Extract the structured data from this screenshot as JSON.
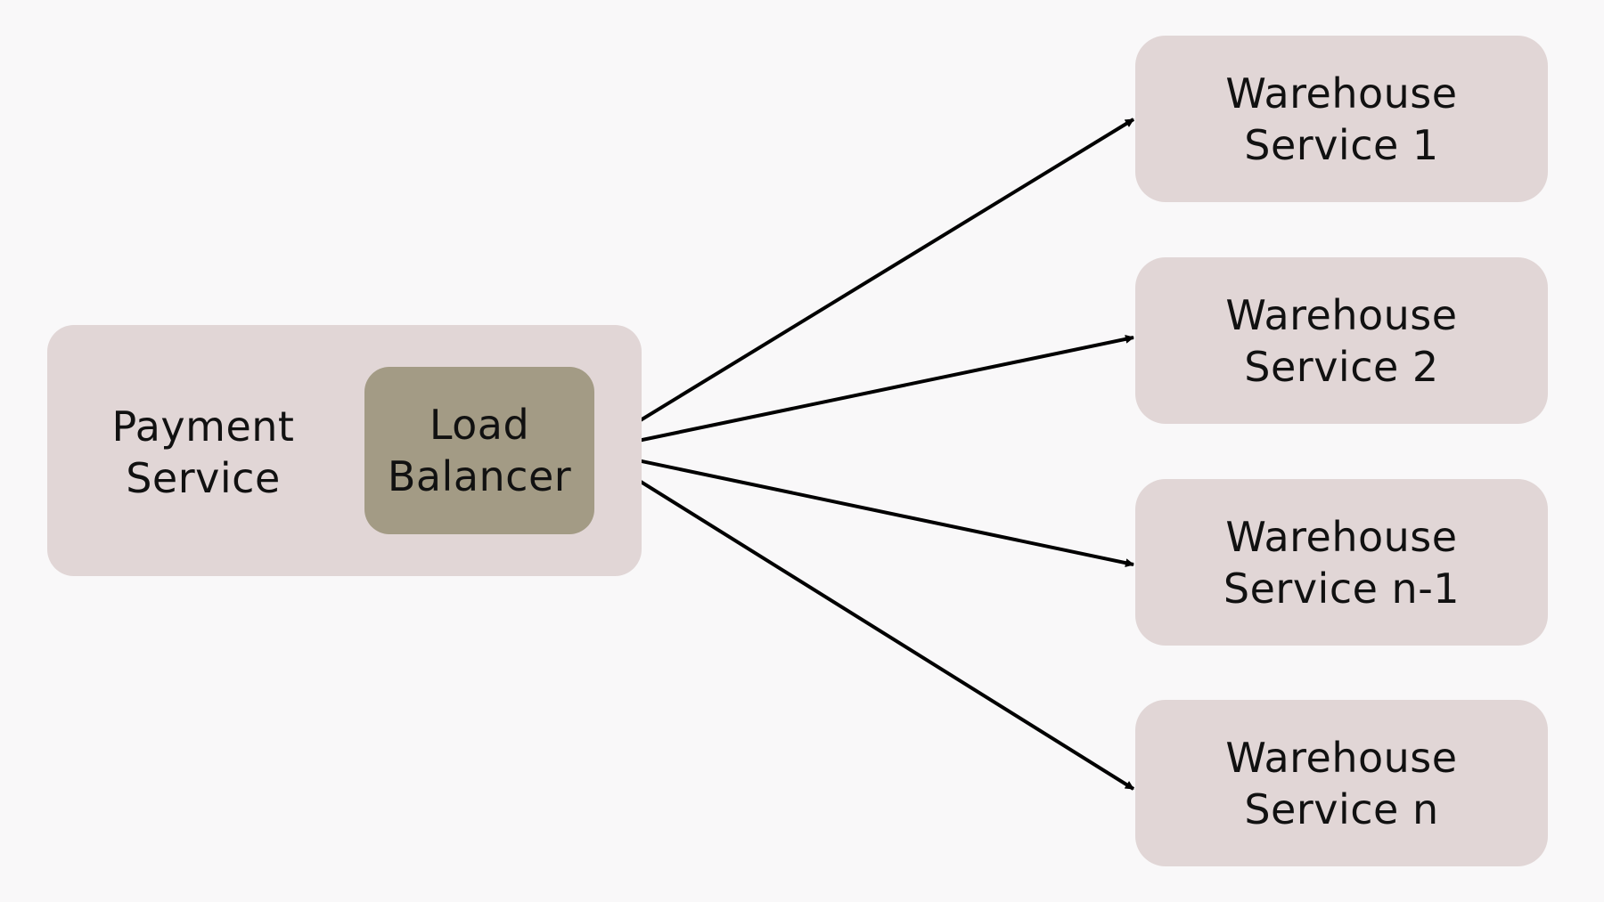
{
  "payment_service": {
    "label_line1": "Payment",
    "label_line2": "Service"
  },
  "load_balancer": {
    "label_line1": "Load",
    "label_line2": "Balancer"
  },
  "warehouses": [
    {
      "line1": "Warehouse",
      "line2": "Service 1"
    },
    {
      "line1": "Warehouse",
      "line2": "Service 2"
    },
    {
      "line1": "Warehouse",
      "line2": "Service n-1"
    },
    {
      "line1": "Warehouse",
      "line2": "Service n"
    }
  ],
  "colors": {
    "background": "#f9f8f9",
    "service_box": "#e1d6d6",
    "load_balancer_box": "#a39b85",
    "arrow": "#000000",
    "text": "#111111"
  }
}
